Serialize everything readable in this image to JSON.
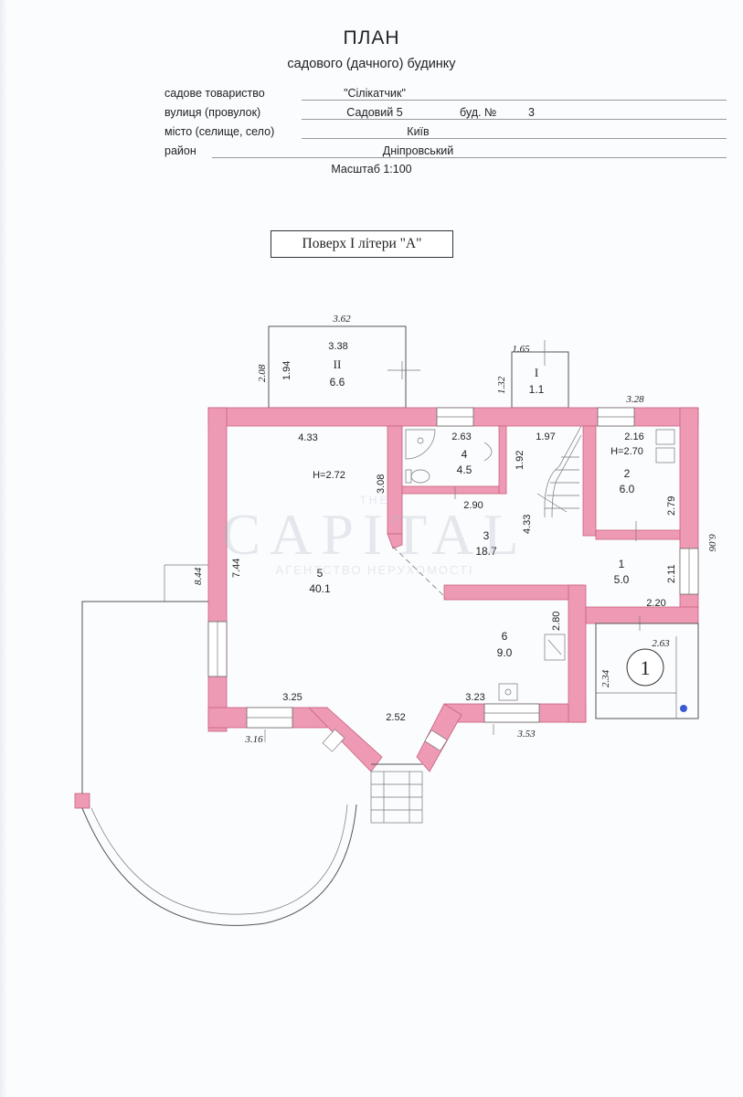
{
  "header": {
    "title": "ПЛАН",
    "subtitle": "садового (дачного) будинку",
    "rows": [
      {
        "label": "садове товариство",
        "value": "\"Сілікатчик\""
      },
      {
        "label": "вулиця (провулок)",
        "value": "Садовий  5",
        "extra_label": "буд. №",
        "extra_value": "3"
      },
      {
        "label": "місто (селище, село)",
        "value": "Київ"
      },
      {
        "label": "район",
        "value": "Дніпровський"
      }
    ],
    "scale": "Масштаб 1:100"
  },
  "floor_label": "Поверх  І  літери \"А\"",
  "watermark": {
    "small": "THE",
    "main": "CAPITAL",
    "sub": "АГЕНТСТВО НЕРУХОМОСТІ"
  },
  "rooms": [
    {
      "id": "II",
      "area": "6.6",
      "height": ""
    },
    {
      "id": "I",
      "area": "1.1",
      "height": ""
    },
    {
      "id": "1",
      "area": "5.0",
      "height": ""
    },
    {
      "id": "2",
      "area": "6.0",
      "height": "H=2.70"
    },
    {
      "id": "3",
      "area": "18.7",
      "height": ""
    },
    {
      "id": "4",
      "area": "4.5",
      "height": ""
    },
    {
      "id": "5",
      "area": "40.1",
      "height": "H=2.72"
    },
    {
      "id": "6",
      "area": "9.0",
      "height": ""
    }
  ],
  "dimensions": {
    "d_362": "3.62",
    "d_338": "3.38",
    "d_208": "2.08",
    "d_194": "1.94",
    "d_165": "1.65",
    "d_132": "1.32",
    "d_328": "3.28",
    "d_433a": "4.33",
    "d_263a": "2.63",
    "d_197": "1.97",
    "d_216": "2.16",
    "d_308": "3.08",
    "d_192": "1.92",
    "d_290": "2.90",
    "d_279": "2.79",
    "d_433b": "4.33",
    "d_606": "6.06",
    "d_844": "8.44",
    "d_744": "7.44",
    "d_211": "2.11",
    "d_220": "2.20",
    "d_280": "2.80",
    "d_263b": "2.63",
    "d_234": "2.34",
    "d_325": "3.25",
    "d_252": "2.52",
    "d_323": "3.23",
    "d_316": "3.16",
    "d_353": "3.53"
  },
  "porch_marker": "1",
  "colors": {
    "wall": "#ee9ab4",
    "wall_edge": "#c9607f",
    "line": "#555555",
    "marker": "#3b5bd6"
  }
}
